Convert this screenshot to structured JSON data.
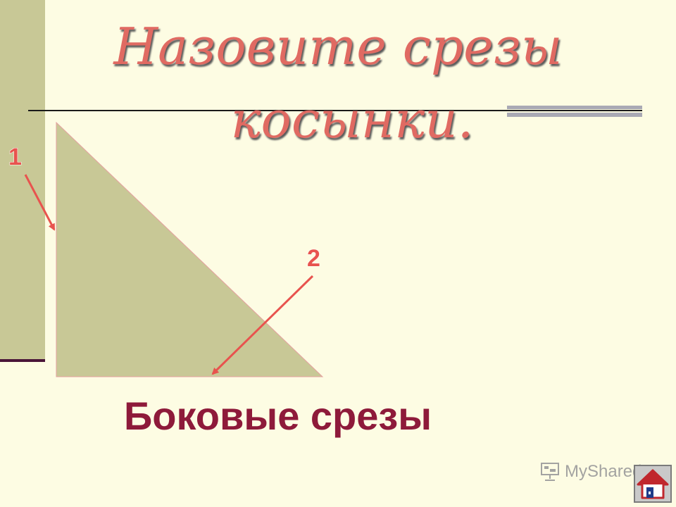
{
  "slide": {
    "title_line1": "Назовите срезы",
    "title_line2": "косынки.",
    "caption": "Боковые срезы"
  },
  "diagram": {
    "labels": [
      {
        "id": "1",
        "text": "1"
      },
      {
        "id": "2",
        "text": "2"
      }
    ],
    "triangle_fill": "#c8c896",
    "arrow_color": "#e8534e"
  },
  "watermark": {
    "text": "MyShared",
    "icon": "presentation-icon"
  },
  "nav": {
    "home_icon": "home-icon"
  },
  "colors": {
    "background": "#fdfce3",
    "title": "#e06a62",
    "caption": "#8e1a3a",
    "side_bar": "#c8c896"
  }
}
